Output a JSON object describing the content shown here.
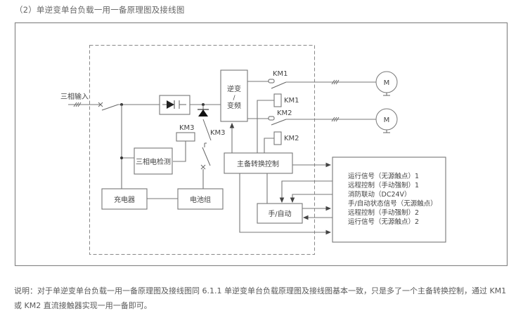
{
  "heading": "（2）单逆变单台负载一用一备原理图及接线图",
  "diagram": {
    "input_label": "三相输入",
    "blocks": {
      "rectifier": "",
      "inverter_line1": "逆变",
      "inverter_line2": "/",
      "inverter_line3": "变频",
      "three_phase_detect": "三相电检测",
      "charger": "充电器",
      "battery": "电池组",
      "main_standby_switch": "主备转换控制",
      "manual_auto": "手/自动"
    },
    "contactors": {
      "km1_contact": "KM1",
      "km1_coil": "KM1",
      "km2_contact": "KM2",
      "km2_coil": "KM2",
      "km3_coil": "KM3",
      "km3_contact": "KM3"
    },
    "motors": [
      "M",
      "M"
    ],
    "signals": [
      "运行信号（无源触点）1",
      "远程控制（手动强制）1",
      "消防联动（DC24V）",
      "手/自动状态信号（无源触点）",
      "远程控制（手动强制）2",
      "运行信号（无源触点）2"
    ]
  },
  "caption": "说明：对于单逆变单台负载一用一备原理图及接线图同 6.1.1 单逆变单台负载原理图及接线图基本一致，只是多了一个主备转换控制，通过 KM1 或 KM2 直流接触器实现一用一备即可。"
}
